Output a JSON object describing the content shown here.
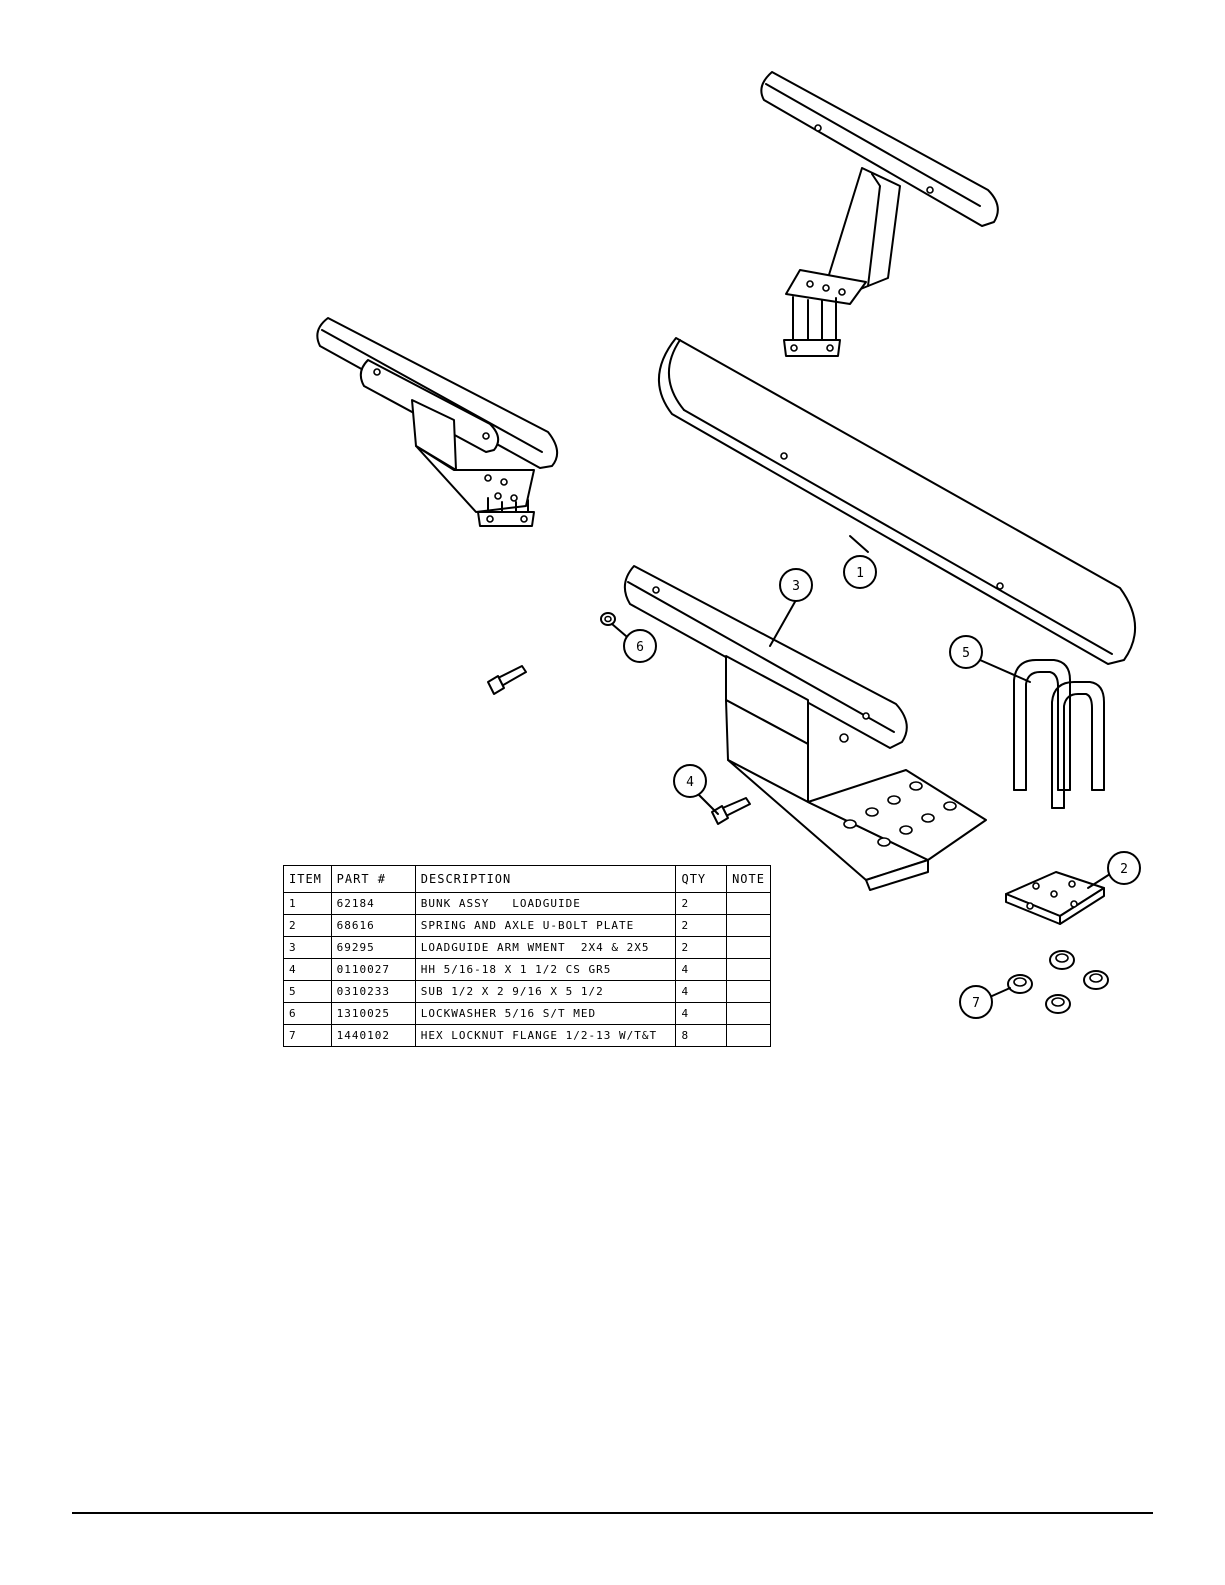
{
  "bom": {
    "headers": [
      "ITEM",
      "PART #",
      "DESCRIPTION",
      "QTY",
      "NOTE"
    ],
    "rows": [
      {
        "item": "1",
        "part": "62184",
        "description": "BUNK ASSY   LOADGUIDE",
        "qty": "2",
        "note": ""
      },
      {
        "item": "2",
        "part": "68616",
        "description": "SPRING AND AXLE U-BOLT PLATE",
        "qty": "2",
        "note": ""
      },
      {
        "item": "3",
        "part": "69295",
        "description": "LOADGUIDE ARM WMENT  2X4 & 2X5",
        "qty": "2",
        "note": ""
      },
      {
        "item": "4",
        "part": "0110027",
        "description": "HH 5/16-18 X 1 1/2 CS GR5",
        "qty": "4",
        "note": ""
      },
      {
        "item": "5",
        "part": "0310233",
        "description": "SUB 1/2 X 2 9/16 X 5 1/2",
        "qty": "4",
        "note": ""
      },
      {
        "item": "6",
        "part": "1310025",
        "description": "LOCKWASHER 5/16 S/T MED",
        "qty": "4",
        "note": ""
      },
      {
        "item": "7",
        "part": "1440102",
        "description": "HEX LOCKNUT FLANGE 1/2-13 W/T&T",
        "qty": "8",
        "note": ""
      }
    ]
  },
  "callouts": [
    "1",
    "2",
    "3",
    "4",
    "5",
    "6",
    "7"
  ]
}
